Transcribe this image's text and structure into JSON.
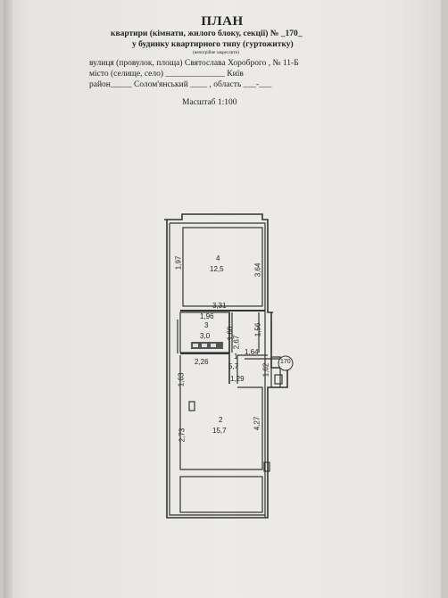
{
  "header": {
    "title": "ПЛАН",
    "line2": "квартири (кімнати, жилого блоку, секції) № _170_",
    "line3": "у будинку квартирного типу (гуртожитку)",
    "hint": "(непотрібне закреслити)",
    "address": "вулиця (провулок, площа) Святослава Хороброго , № 11-Б",
    "city": "місто (селище, село) ______________ Київ",
    "district": "район_____ Солом'янський ____ , область ___-___",
    "scale": "Масштаб 1:100"
  },
  "plan": {
    "apartment_mark": "170",
    "rooms": [
      {
        "number": "4",
        "area": "12,5"
      },
      {
        "number": "3",
        "area": "3,0"
      },
      {
        "number": "1",
        "area": "5,7"
      },
      {
        "number": "2",
        "area": "15,7"
      }
    ],
    "dimensions": {
      "d_1_97": "1,97",
      "d_3_64": "3,64",
      "d_3_31": "3,31",
      "d_1_96": "1,96",
      "d_1_60": "1,60",
      "d_2_67": "2,67",
      "d_1_56": "1,56",
      "d_1_64": "1,64",
      "d_1_62": "1,62",
      "d_2_26": "2,26",
      "d_1_63": "1,63",
      "d_1_29": "1,29",
      "d_2_73": "2,73",
      "d_4_27": "4,27"
    }
  }
}
